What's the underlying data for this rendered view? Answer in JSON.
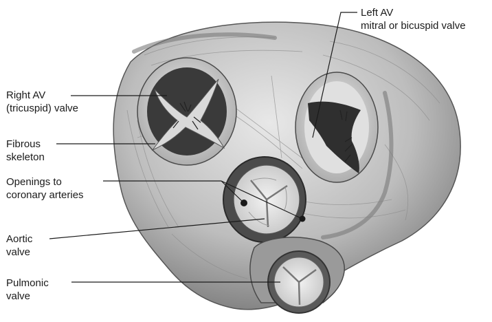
{
  "labels": {
    "left_av": {
      "line1": "Left AV",
      "line2": "mitral or bicuspid valve"
    },
    "right_av": {
      "line1": "Right AV",
      "line2": "(tricuspid) valve"
    },
    "fibrous_skeleton": {
      "line1": "Fibrous",
      "line2": "skeleton"
    },
    "coronary_openings": {
      "line1": "Openings to",
      "line2": "coronary arteries"
    },
    "aortic_valve": {
      "line1": "Aortic",
      "line2": "valve"
    },
    "pulmonic_valve": {
      "line1": "Pulmonic",
      "line2": "valve"
    }
  }
}
